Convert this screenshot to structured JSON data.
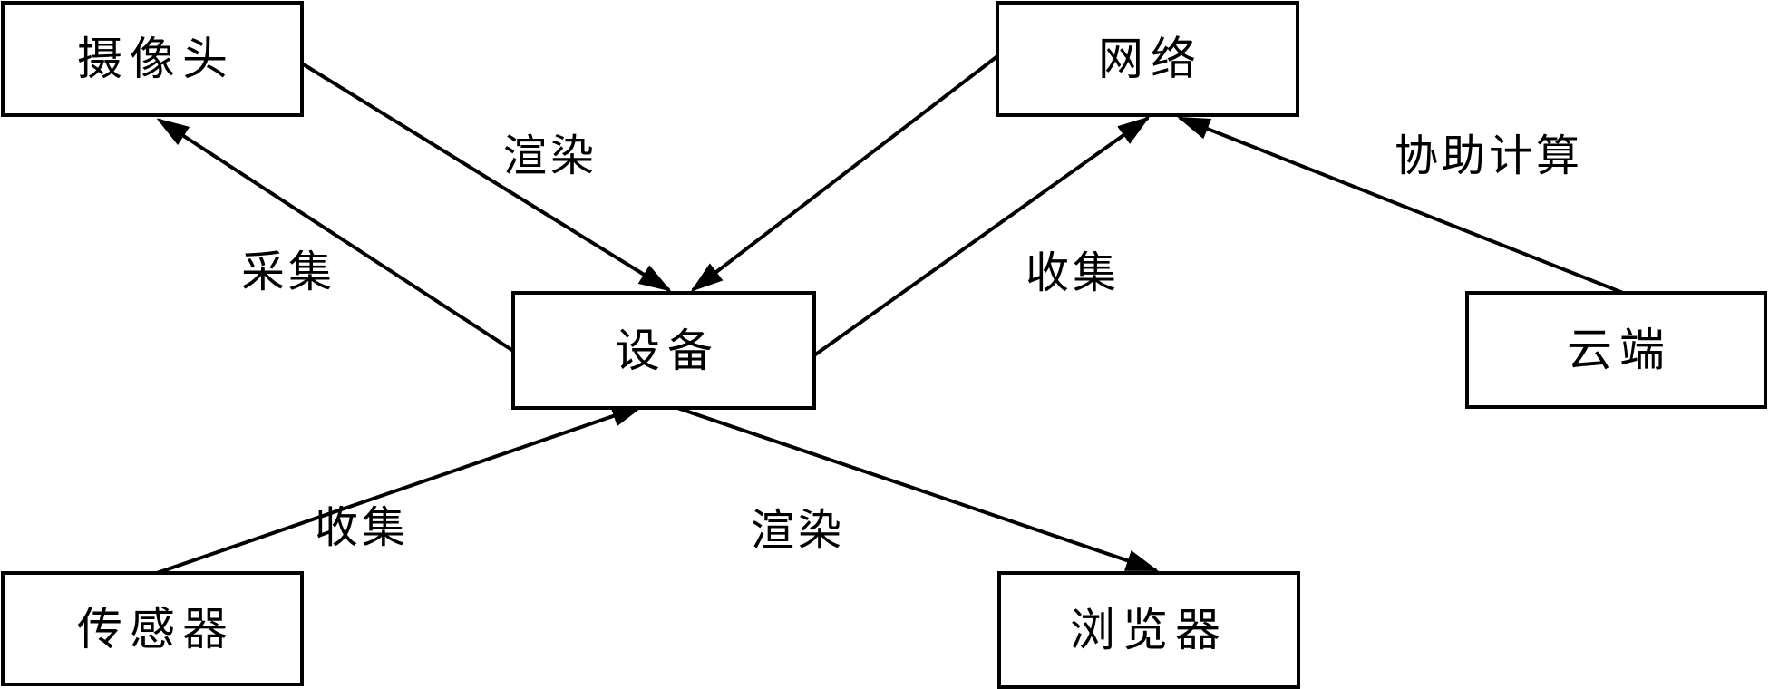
{
  "diagram": {
    "type": "flow-diagram",
    "background_color": "#ffffff",
    "line_color": "#000000",
    "box_fill_color": "#ffffff",
    "nodes": {
      "camera": {
        "label": "摄像头"
      },
      "network": {
        "label": "网络"
      },
      "device": {
        "label": "设备"
      },
      "cloud": {
        "label": "云端"
      },
      "sensor": {
        "label": "传感器"
      },
      "browser": {
        "label": "浏览器"
      }
    },
    "edges": {
      "camera_to_device": {
        "from": "摄像头",
        "to": "设备",
        "label": "渲染"
      },
      "device_to_camera": {
        "from": "设备",
        "to": "摄像头",
        "label": "采集"
      },
      "network_to_device": {
        "from": "网络",
        "to": "设备",
        "label": ""
      },
      "device_to_network": {
        "from": "设备",
        "to": "网络",
        "label": "收集"
      },
      "cloud_to_network": {
        "from": "云端",
        "to": "网络",
        "label": "协助计算"
      },
      "sensor_to_device": {
        "from": "传感器",
        "to": "设备",
        "label": "收集"
      },
      "device_to_browser": {
        "from": "设备",
        "to": "浏览器",
        "label": "渲染"
      }
    }
  }
}
